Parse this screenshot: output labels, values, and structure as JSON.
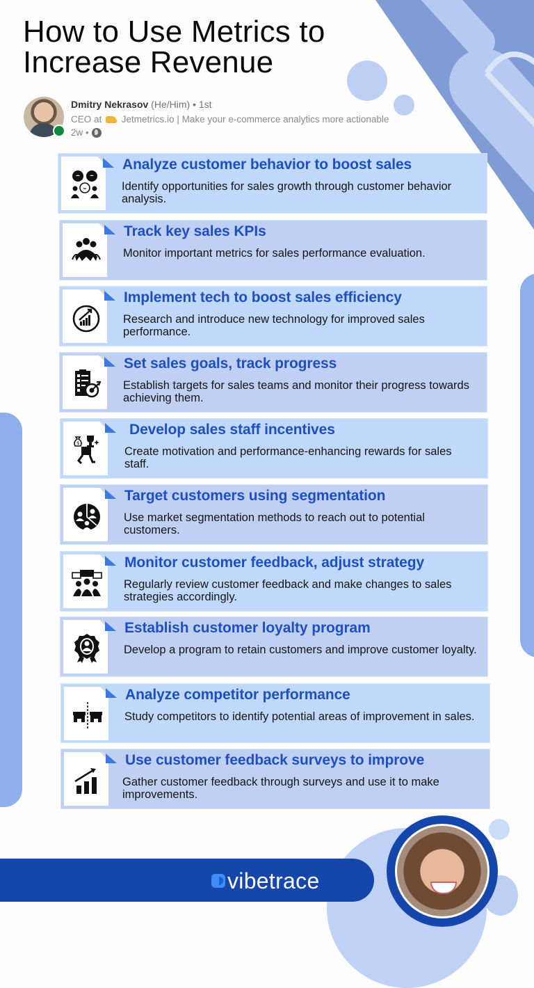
{
  "header": {
    "title_line1": "How to Use Metrics to",
    "title_line2": "Increase Revenue"
  },
  "author": {
    "name": "Dmitry Nekrasov",
    "pronouns": "(He/Him)",
    "connection": "• 1st",
    "headline_prefix": "CEO at",
    "headline_rest": "Jetmetrics.io | Make your e-commerce analytics more actionable",
    "time": "2w •",
    "status": "online",
    "status_color": "#12873f"
  },
  "colors": {
    "card_bg": "#c0d9fa",
    "card_bg_alt": "#bfd0f3",
    "title_blue": "#1f4fbf",
    "brand_blue": "#1546ab",
    "decor_blue": "#8fafec"
  },
  "cards": [
    {
      "title": "Analyze customer behavior to boost sales",
      "description": "Identify opportunities for sales growth through customer behavior analysis.",
      "icon": "customer-behavior-icon"
    },
    {
      "title": "Track key sales KPIs",
      "description": "Monitor important metrics for sales performance evaluation.",
      "icon": "team-kpi-icon"
    },
    {
      "title": "Implement tech to boost sales efficiency",
      "description": "Research and introduce new technology for improved sales performance.",
      "icon": "growth-chart-circle-icon"
    },
    {
      "title": "Set sales goals, track progress",
      "description": "Establish targets for sales teams and monitor their progress towards achieving them.",
      "icon": "checklist-target-icon"
    },
    {
      "title": "Develop sales staff incentives",
      "description": "Create motivation and performance-enhancing rewards for sales staff.",
      "icon": "trophy-reward-icon"
    },
    {
      "title": "Target customers using segmentation",
      "description": "Use market segmentation methods to reach out to potential customers.",
      "icon": "segmentation-pie-icon"
    },
    {
      "title": "Monitor customer feedback, adjust strategy",
      "description": "Regularly review customer feedback and make changes to sales strategies accordingly.",
      "icon": "feedback-group-icon"
    },
    {
      "title": "Establish customer loyalty program",
      "description": "Develop a program to retain customers and improve customer loyalty.",
      "icon": "loyalty-badge-icon"
    },
    {
      "title": "Analyze competitor performance",
      "description": "Study competitors to identify potential areas of improvement in sales.",
      "icon": "competitor-stores-icon"
    },
    {
      "title": "Use customer feedback surveys to improve",
      "description": "Gather customer feedback through surveys and use it to make improvements.",
      "icon": "bar-chart-arrow-icon"
    }
  ],
  "footer": {
    "brand": "vibetrace"
  }
}
